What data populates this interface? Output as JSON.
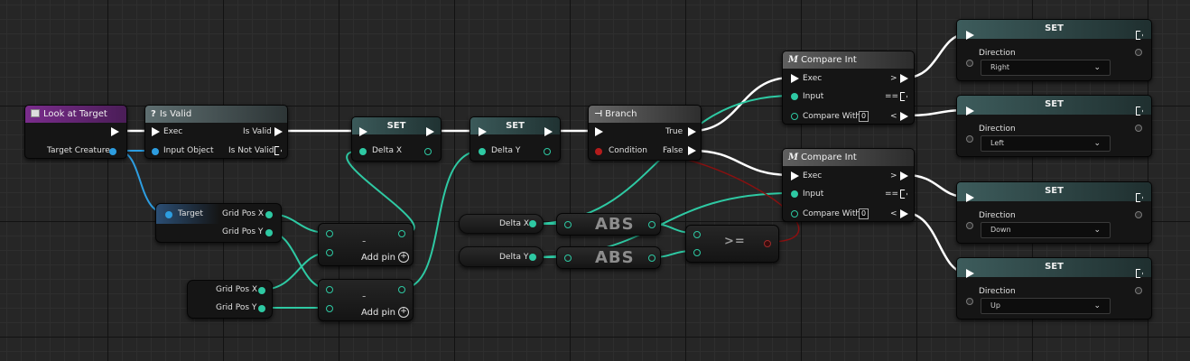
{
  "look_at_target": {
    "title": "Look at Target",
    "output": "Target Creature"
  },
  "is_valid": {
    "title": "Is Valid",
    "exec": "Exec",
    "input_object": "Input Object",
    "is_valid": "Is Valid",
    "is_not_valid": "Is Not Valid"
  },
  "set_delta_x": {
    "title": "SET",
    "var": "Delta X"
  },
  "set_delta_y": {
    "title": "SET",
    "var": "Delta Y"
  },
  "branch": {
    "title": "Branch",
    "condition": "Condition",
    "true": "True",
    "false": "False"
  },
  "target_getter": {
    "input": "Target",
    "out_x": "Grid Pos X",
    "out_y": "Grid Pos Y"
  },
  "self_grid": {
    "out_x": "Grid Pos X",
    "out_y": "Grid Pos Y"
  },
  "subtract_1": {
    "op": "-",
    "add_pin": "Add pin"
  },
  "subtract_2": {
    "op": "-",
    "add_pin": "Add pin"
  },
  "delta_x_get": {
    "label": "Delta X"
  },
  "delta_y_get": {
    "label": "Delta Y"
  },
  "abs_1": {
    "label": "ABS"
  },
  "abs_2": {
    "label": "ABS"
  },
  "compare_ge": {
    "label": ">="
  },
  "compare_int_1": {
    "title": "Compare Int",
    "exec": "Exec",
    "input": "Input",
    "compare_with": "Compare With",
    "compare_value": "0",
    "gt": ">",
    "eq": "==",
    "lt": "<"
  },
  "compare_int_2": {
    "title": "Compare Int",
    "exec": "Exec",
    "input": "Input",
    "compare_with": "Compare With",
    "compare_value": "0",
    "gt": ">",
    "eq": "==",
    "lt": "<"
  },
  "set_right": {
    "title": "SET",
    "label": "Direction",
    "value": "Right"
  },
  "set_left": {
    "title": "SET",
    "label": "Direction",
    "value": "Left"
  },
  "set_down": {
    "title": "SET",
    "label": "Direction",
    "value": "Down"
  },
  "set_up": {
    "title": "SET",
    "label": "Direction",
    "value": "Up"
  },
  "colors": {
    "exec_wire": "#ffffff",
    "int_wire": "#2ec9a3",
    "object_wire": "#2d9de0",
    "bool_wire": "#8a1010",
    "event_header": "#7a2c8c",
    "function_header": "#4d6877",
    "set_header": "#3b5a5a",
    "macro_header": "#474747"
  }
}
